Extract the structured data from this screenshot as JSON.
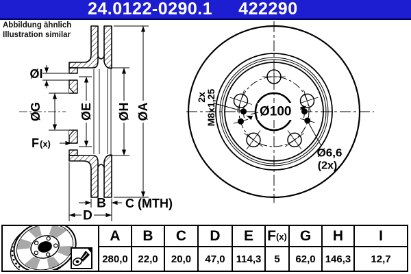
{
  "header": {
    "part_number": "24.0122-0290.1",
    "ref_number": "422290"
  },
  "note": {
    "line1": "Abbildung ähnlich",
    "line2": "Illustration similar"
  },
  "colors": {
    "header_bg": "#1d1dd2",
    "header_text": "#ffffff",
    "line": "#000000"
  },
  "section_view": {
    "dia_i": "ØI",
    "dia_g": "ØG",
    "dia_e": "ØE",
    "dia_h": "ØH",
    "dia_a": "ØA",
    "hole_count_label": "F",
    "hole_count_suffix": "(x)",
    "thickness": "B",
    "min_thickness": "C (MTH)",
    "height": "D"
  },
  "front_view": {
    "bolt_circle": "Ø100",
    "service_hole_count": "2x",
    "service_hole_thread": "M8x1,25",
    "set_screw_dia": "Ø6,6",
    "set_screw_count": "(2x)"
  },
  "table": {
    "columns": [
      {
        "key": "A",
        "value": "280,0"
      },
      {
        "key": "B",
        "value": "22,0"
      },
      {
        "key": "C",
        "value": "20,0"
      },
      {
        "key": "D",
        "value": "47,0"
      },
      {
        "key": "E",
        "value": "114,3"
      },
      {
        "key": "F",
        "key_suffix": "(x)",
        "value": "5"
      },
      {
        "key": "G",
        "value": "62,0"
      },
      {
        "key": "H",
        "value": "146,3"
      },
      {
        "key": "I",
        "value": "12,7"
      }
    ]
  }
}
